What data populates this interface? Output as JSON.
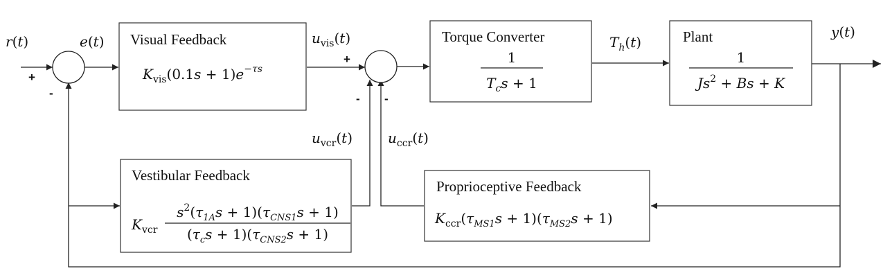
{
  "signals": {
    "r": "r(t)",
    "e": "e(t)",
    "u_vis": "u_vis(t)",
    "t_h": "T_h(t)",
    "y": "y(t)",
    "u_vcr": "u_vcr(t)",
    "u_ccr": "u_ccr(t)"
  },
  "signs": {
    "sum1_input": "+",
    "sum1_feedback": "-",
    "sum2_vis": "+",
    "sum2_vcr": "-",
    "sum2_ccr": "-"
  },
  "blocks": {
    "visual": {
      "title": "Visual Feedback",
      "expression": "K_vis(0.1s + 1)e^{-τs}"
    },
    "torque": {
      "title": "Torque Converter",
      "numerator": "1",
      "denominator": "T_c s + 1"
    },
    "plant": {
      "title": "Plant",
      "numerator": "1",
      "denominator": "Js^2 + Bs + K"
    },
    "vestibular": {
      "title": "Vestibular Feedback",
      "gain": "K_vcr",
      "numerator": "s^2(τ_1A s + 1)(τ_CNS1 s + 1)",
      "denominator": "(τ_c s + 1)(τ_CNS2 s + 1)"
    },
    "proprioceptive": {
      "title": "Proprioceptive Feedback",
      "expression": "K_ccr(τ_MS1 s + 1)(τ_MS2 s + 1)"
    }
  }
}
